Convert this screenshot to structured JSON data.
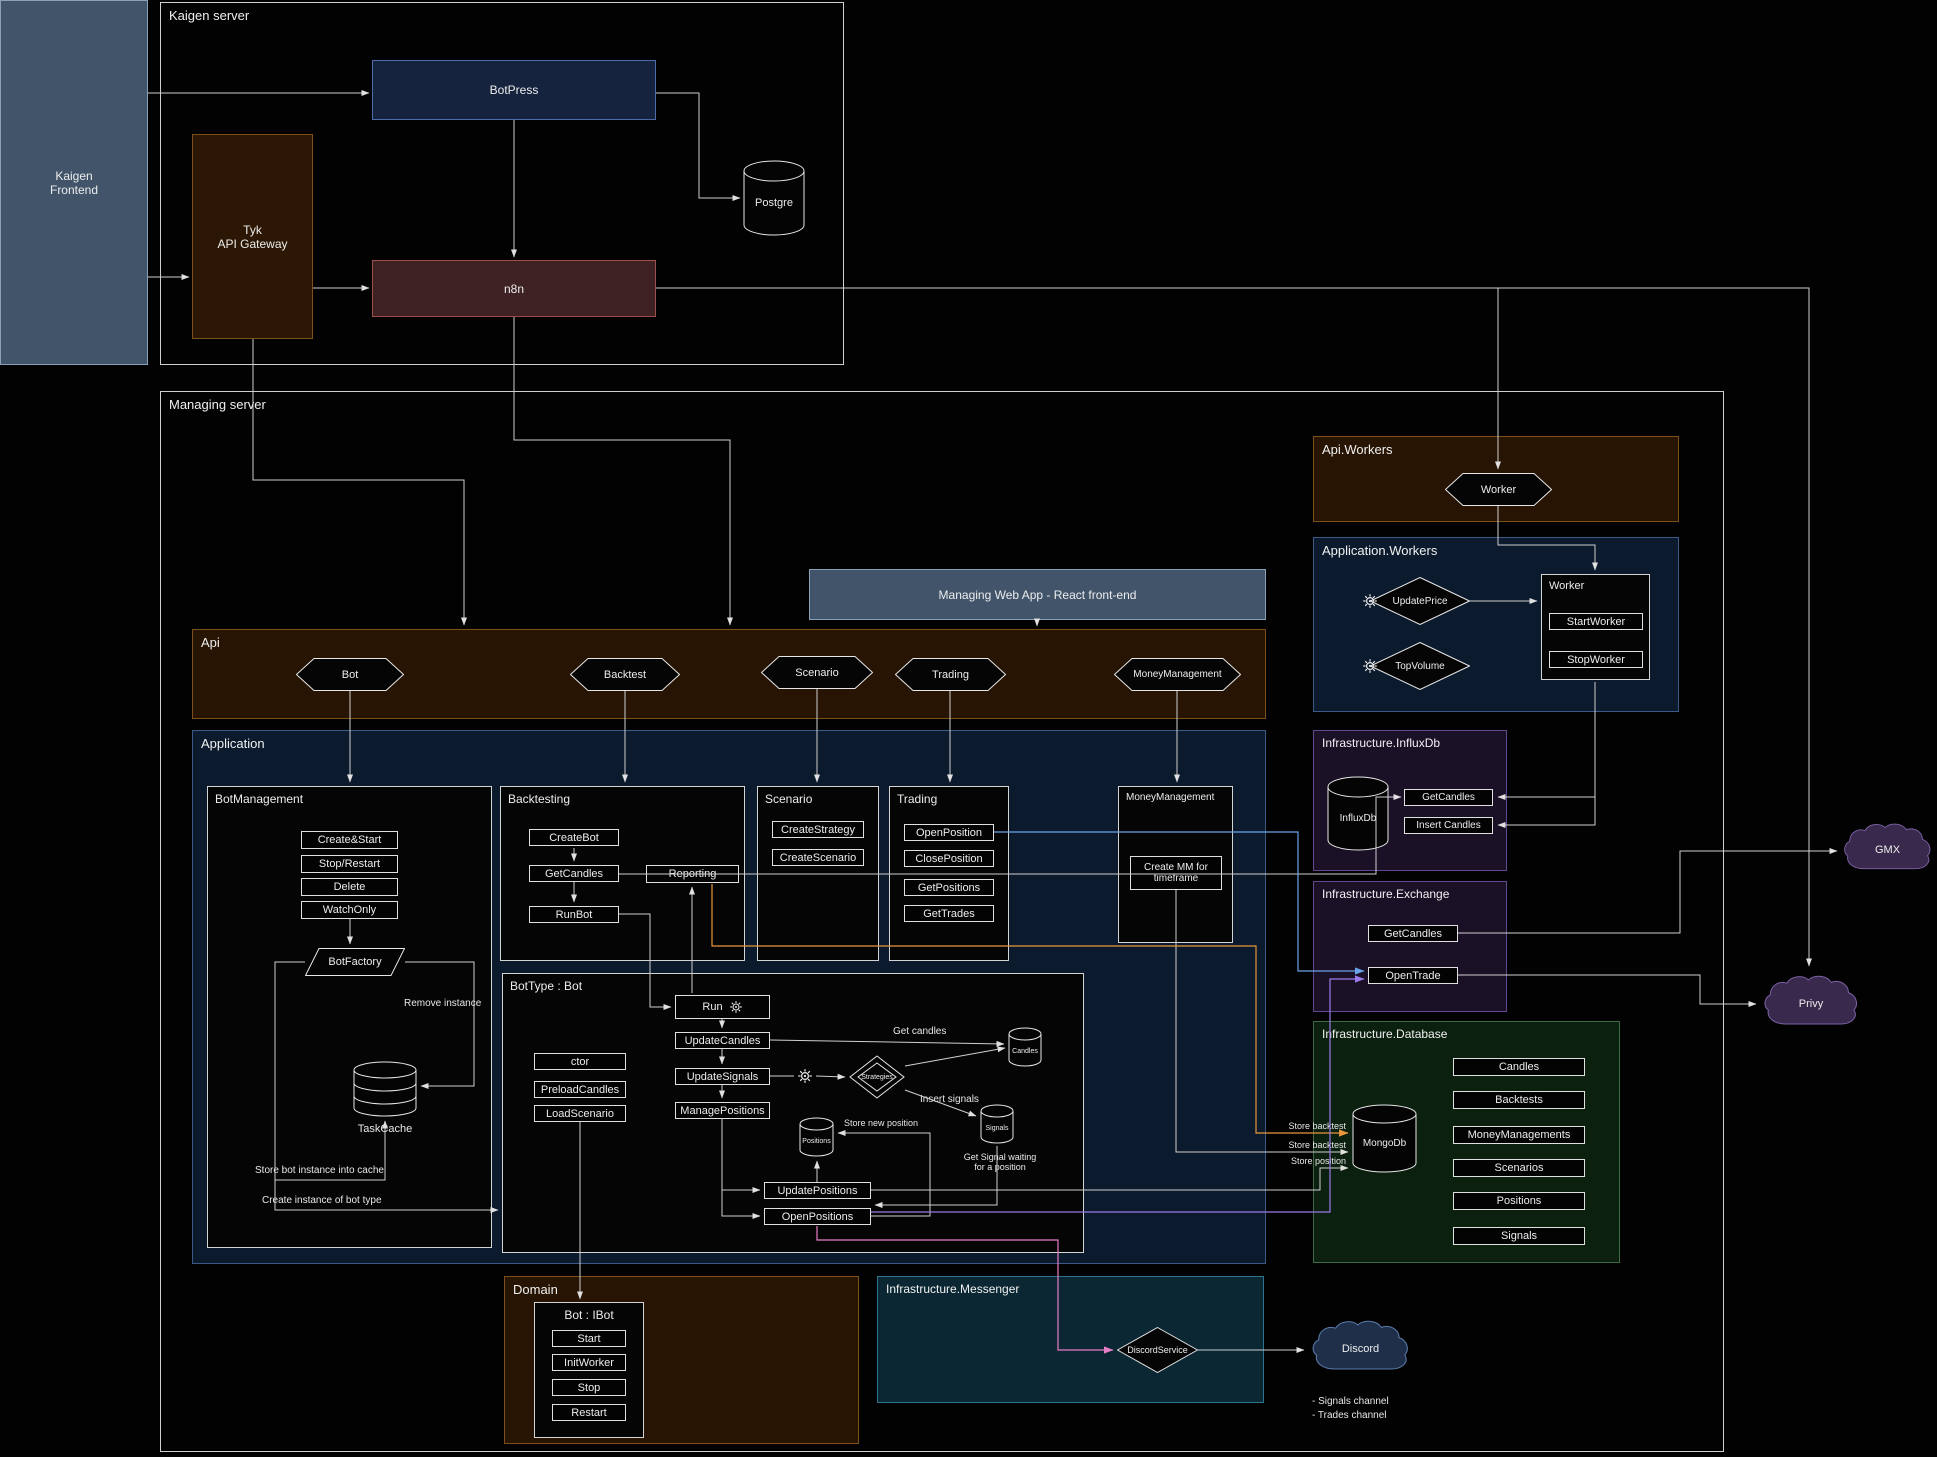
{
  "containers": {
    "kaigen_server": "Kaigen server",
    "managing_server": "Managing server",
    "application": "Application"
  },
  "nodes": {
    "kaigen_frontend": "Kaigen\nFrontend",
    "botpress": "BotPress",
    "tyk": "Tyk\nAPI Gateway",
    "n8n": "n8n",
    "postgre": "Postgre",
    "webapp": "Managing Web App - React front-end"
  },
  "api": {
    "label": "Api",
    "hexes": [
      "Bot",
      "Backtest",
      "Scenario",
      "Trading",
      "MoneyManagement"
    ]
  },
  "workers": {
    "api_label": "Api.Workers",
    "hex": "Worker",
    "app_label": "Application.Workers",
    "update_price": "UpdatePrice",
    "top_volume": "TopVolume",
    "box_title": "Worker",
    "start": "StartWorker",
    "stop": "StopWorker"
  },
  "bot_management": {
    "title": "BotManagement",
    "buttons": [
      "Create&Start",
      "Stop/Restart",
      "Delete",
      "WatchOnly"
    ],
    "factory": "BotFactory",
    "cache": "TaskCache",
    "note_remove": "Remove instance",
    "note_store": "Store bot instance into cache",
    "note_create": "Create instance of bot type"
  },
  "backtesting": {
    "title": "Backtesting",
    "buttons": [
      "CreateBot",
      "GetCandles",
      "RunBot"
    ],
    "reporting": "Reporting"
  },
  "scenario": {
    "title": "Scenario",
    "buttons": [
      "CreateStrategy",
      "CreateScenario"
    ]
  },
  "trading": {
    "title": "Trading",
    "buttons": [
      "OpenPosition",
      "ClosePosition",
      "GetPositions",
      "GetTrades"
    ]
  },
  "money": {
    "title": "MoneyManagement",
    "button": "Create MM for\ntimeframe"
  },
  "bot_type": {
    "title": "BotType : Bot",
    "ctor_buttons": [
      "ctor",
      "PreloadCandles",
      "LoadScenario"
    ],
    "run": "Run",
    "pipeline": [
      "UpdateCandles",
      "UpdateSignals",
      "ManagePositions"
    ],
    "position_buttons": [
      "UpdatePositions",
      "OpenPositions"
    ],
    "shapes": {
      "strategies": "Strategies",
      "candles": "Candles",
      "signals": "Signals",
      "positions": "Positions"
    },
    "labels": {
      "get_candles": "Get candles",
      "insert_signals": "Insert signals",
      "store_new": "Store new position",
      "get_signal": "Get Signal waiting\nfor a position"
    }
  },
  "influx": {
    "title": "Infrastructure.InfluxDb",
    "db": "InfluxDb",
    "get": "GetCandles",
    "insert": "Insert Candles"
  },
  "exchange": {
    "title": "Infrastructure.Exchange",
    "get": "GetCandles",
    "open": "OpenTrade"
  },
  "database": {
    "title": "Infrastructure.Database",
    "db": "MongoDb",
    "collections": [
      "Candles",
      "Backtests",
      "MoneyManagements",
      "Scenarios",
      "Positions",
      "Signals"
    ],
    "notes": [
      "Store backtest",
      "Store backtest",
      "Store position"
    ]
  },
  "messenger": {
    "title": "Infrastructure.Messenger",
    "service": "DiscordService"
  },
  "domain": {
    "title": "Domain",
    "cls": "Bot : IBot",
    "buttons": [
      "Start",
      "InitWorker",
      "Stop",
      "Restart"
    ]
  },
  "clouds": {
    "discord": "Discord",
    "gmx": "GMX",
    "privy": "Privy"
  },
  "discord_notes": [
    "- Signals channel",
    "- Trades channel"
  ],
  "colors": {
    "line": "#d0d0d0",
    "orange": "#e8973d",
    "blue": "#6aa3e8",
    "purple": "#9a7ae8",
    "pink": "#e87dc8"
  }
}
